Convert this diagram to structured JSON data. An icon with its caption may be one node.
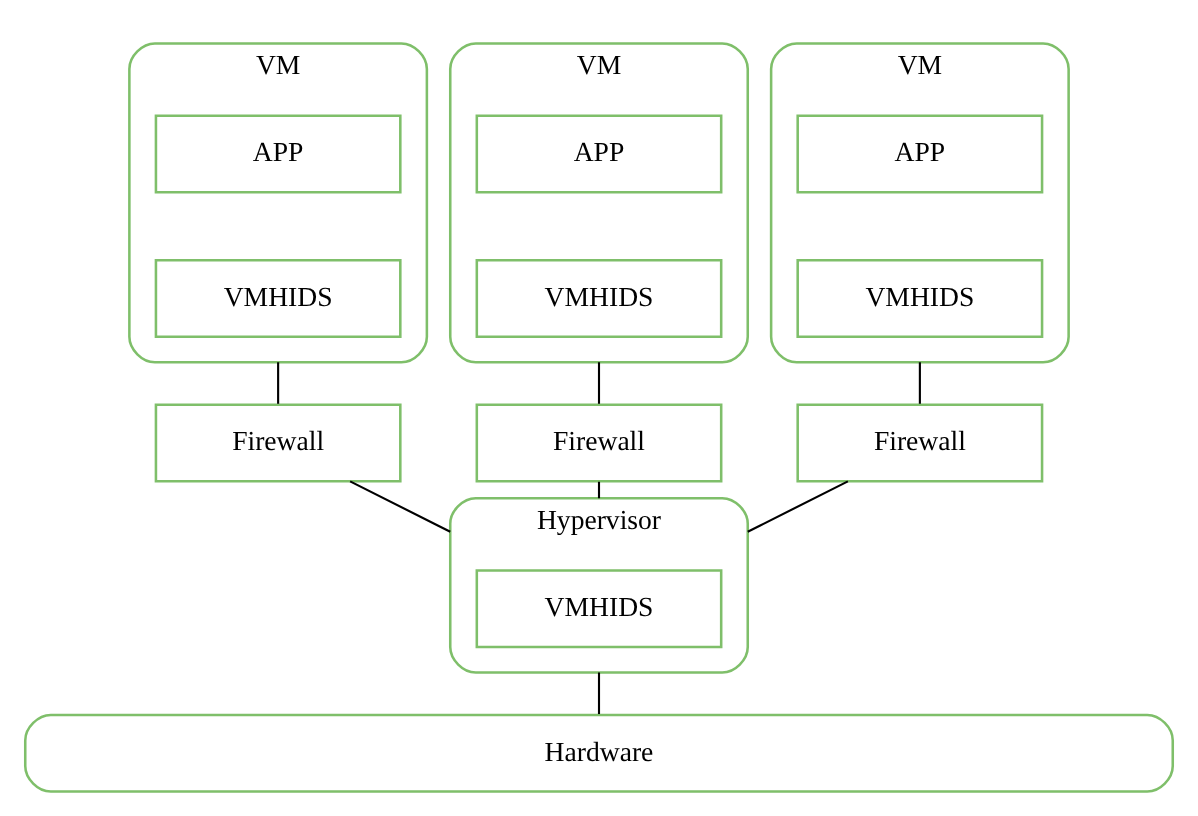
{
  "diagram": {
    "nodes": [
      {
        "text": [
          "VM"
        ]
      },
      {
        "text": [
          "APP"
        ],
        "in": 0
      },
      {
        "text": [
          "VMHIDS"
        ],
        "in": 0
      },
      {
        "text": [
          "VM"
        ]
      },
      {
        "text": [
          "APP"
        ],
        "in": 3
      },
      {
        "text": [
          "VMHIDS"
        ],
        "in": 3
      },
      {
        "text": [
          "VM"
        ]
      },
      {
        "text": [
          "APP"
        ],
        "in": 6
      },
      {
        "text": [
          "VMHIDS"
        ],
        "in": 6
      },
      {
        "text": [
          "Firewall"
        ]
      },
      {
        "text": [
          "Firewall"
        ]
      },
      {
        "text": [
          "Firewall"
        ]
      },
      {
        "text": [
          "Hypervisor"
        ]
      },
      {
        "text": [
          "VMHIDS"
        ],
        "in": 12
      },
      {
        "text": [
          "Hardware"
        ]
      }
    ],
    "edges": [
      {
        "from": 0,
        "to": 9,
        "arrow": "none"
      },
      {
        "from": 3,
        "to": 10,
        "arrow": "none"
      },
      {
        "from": 6,
        "to": 11,
        "arrow": "none"
      },
      {
        "from": 9,
        "to": 12,
        "arrow": "none"
      },
      {
        "from": 10,
        "to": 12,
        "arrow": "none"
      },
      {
        "from": 11,
        "to": 12,
        "arrow": "none"
      },
      {
        "from": 12,
        "to": 14,
        "arrow": "none"
      }
    ]
  }
}
